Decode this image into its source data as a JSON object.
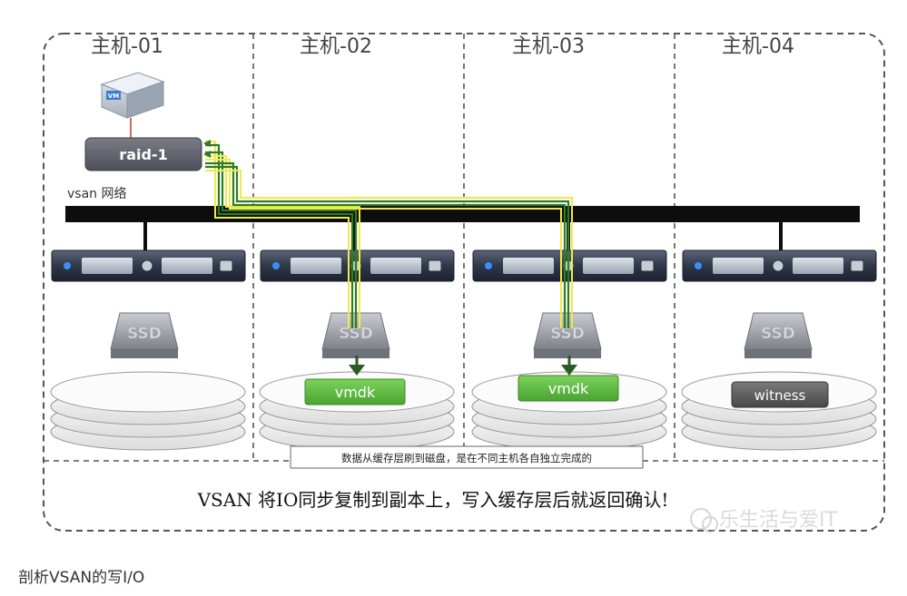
{
  "hosts": [
    "主机-01",
    "主机-02",
    "主机-03",
    "主机-04"
  ],
  "vm_label": "VM",
  "raid_label": "raid-1",
  "network_label": "vsan 网络",
  "ssd_label": "SSD",
  "disk_labels": [
    "",
    "vmdk",
    "vmdk",
    "witness"
  ],
  "note": "数据从缓存层刷到磁盘，是在不同主机各自独立完成的",
  "summary": "VSAN 将IO同步复制到副本上，写入缓存层后就返回确认!",
  "watermark": "乐生活与爱IT",
  "caption": "剖析VSAN的写I/O",
  "colors": {
    "vmdk_green": "#5fb845",
    "witness_gray": "#5a5a5a",
    "io_path_green": "#2e7d1e",
    "io_path_yellow": "#f2e84a"
  }
}
